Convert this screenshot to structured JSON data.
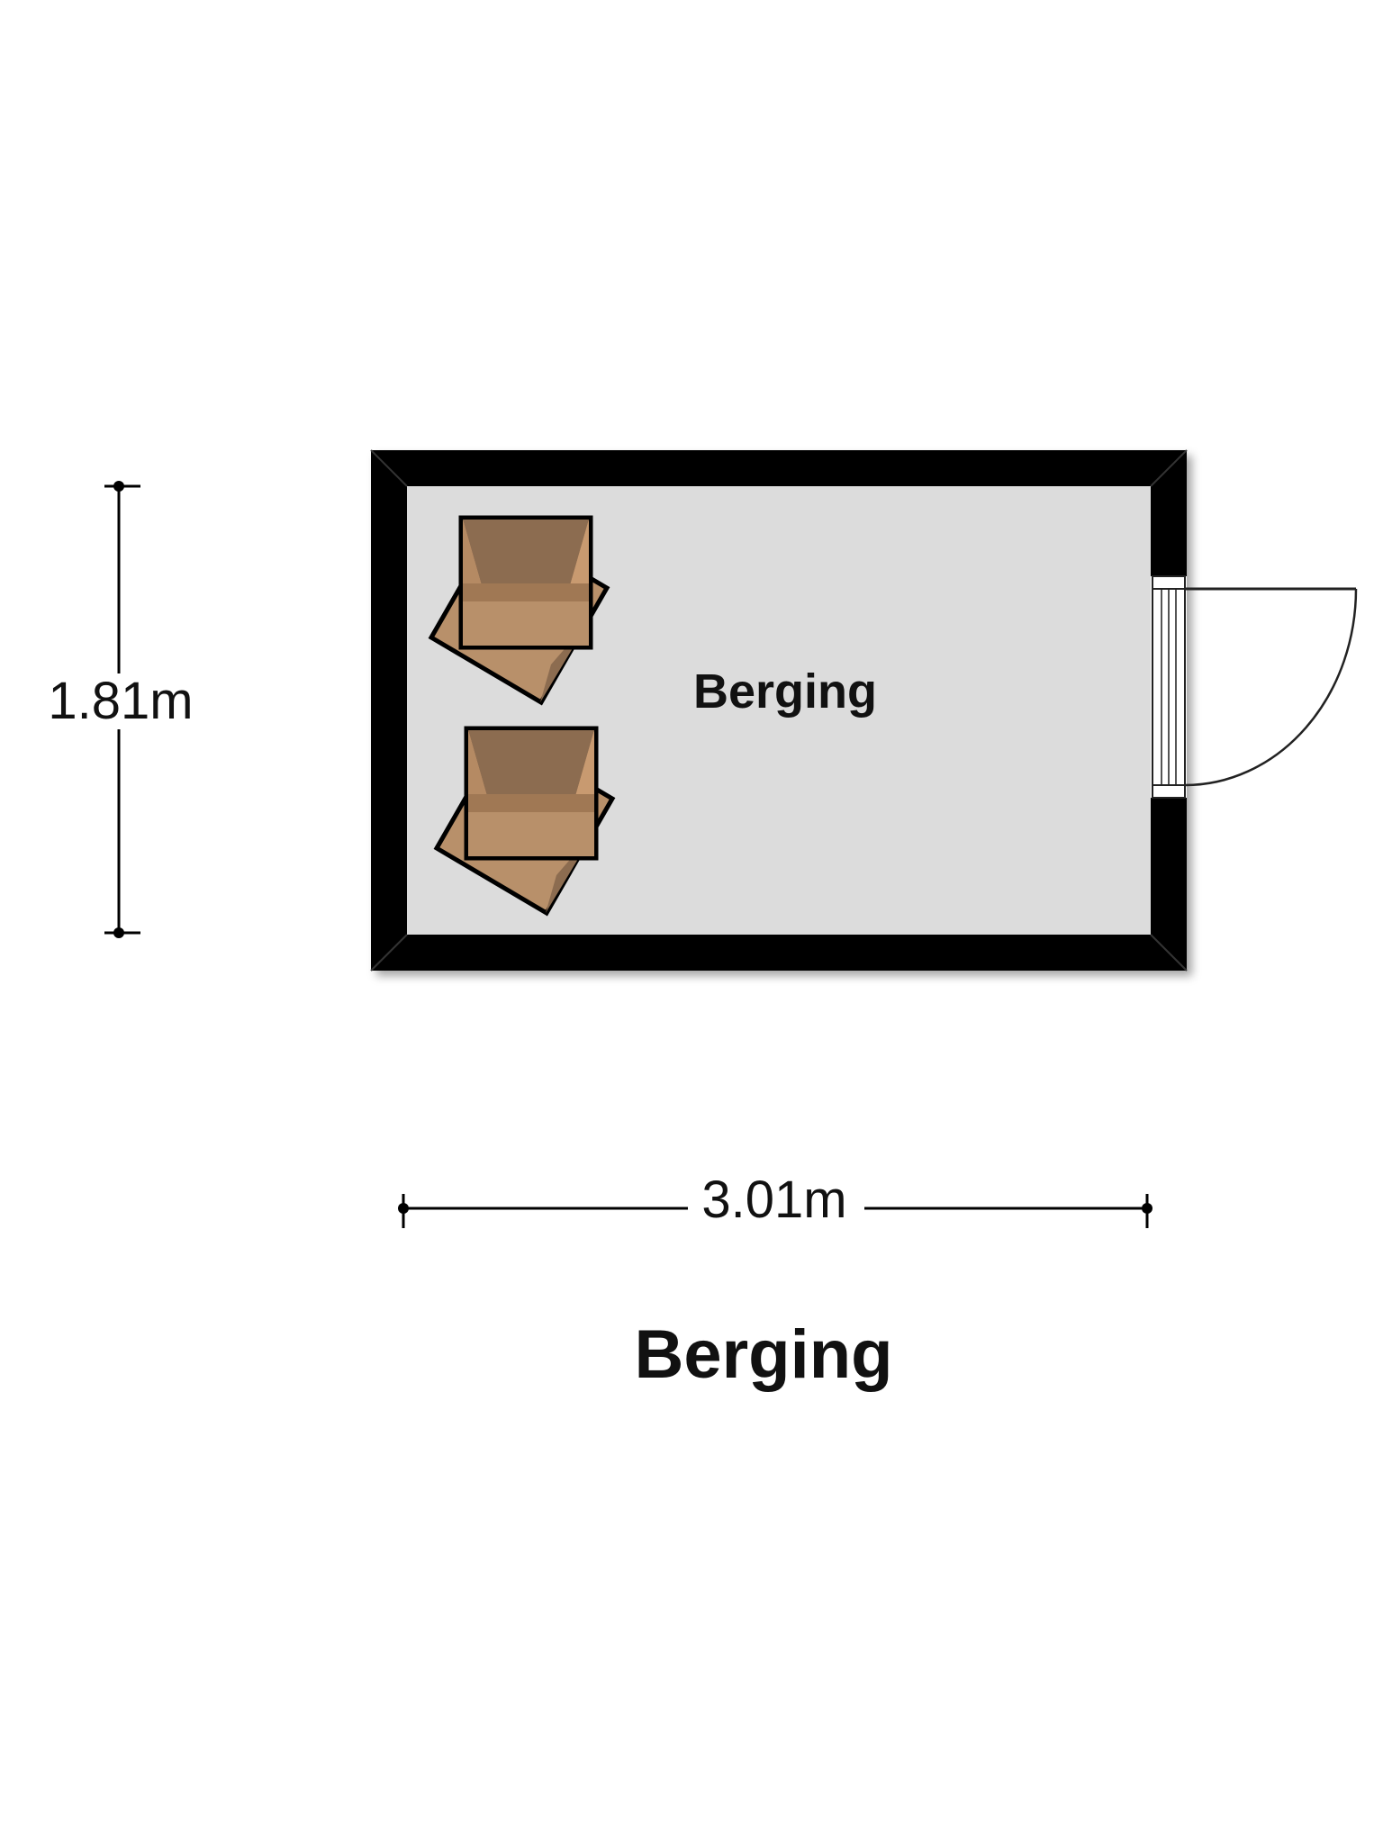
{
  "floorplan": {
    "room_label": "Berging",
    "title": "Berging",
    "height_dimension": "1.81m",
    "width_dimension": "3.01m",
    "colors": {
      "wall": "#000000",
      "floor": "#dcdcdc",
      "box_dark": "#8c6c50",
      "box_light": "#e0a779",
      "background": "#ffffff"
    },
    "icons": [
      "cardboard-box-icon",
      "cardboard-box-icon",
      "door-icon"
    ]
  }
}
